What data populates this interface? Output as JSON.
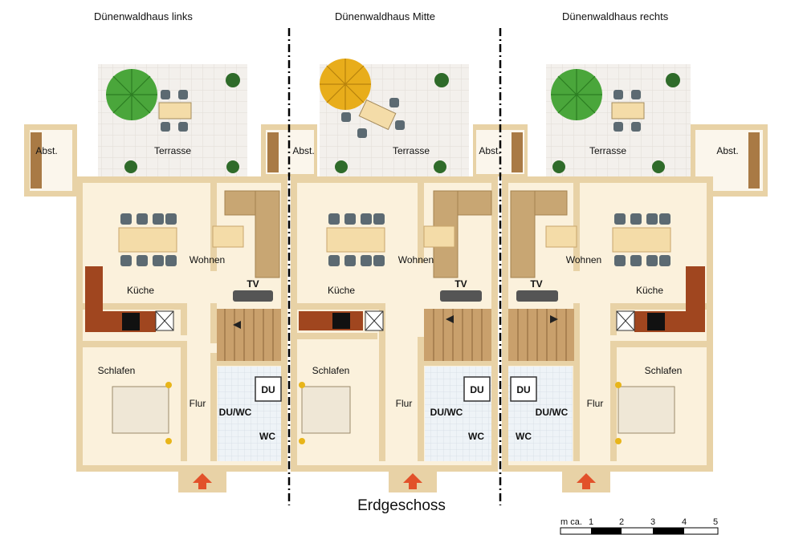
{
  "titles": {
    "left": "Dünenwaldhaus links",
    "middle": "Dünenwaldhaus Mitte",
    "right": "Dünenwaldhaus rechts"
  },
  "floor_title": "Erdgeschoss",
  "rooms": {
    "storage": "Abst.",
    "terrace": "Terrasse",
    "living": "Wohnen",
    "kitchen": "Küche",
    "tv": "TV",
    "bedroom": "Schlafen",
    "hall": "Flur",
    "shower": "DU",
    "shower_wc": "DU/WC",
    "wc": "WC"
  },
  "scale": {
    "prefix": "m ca.",
    "ticks": [
      "1",
      "2",
      "3",
      "4",
      "5"
    ]
  },
  "colors": {
    "wall": "#e8d2a6",
    "floor": "#fbf1dc",
    "terrace": "#f2efe9",
    "sofa": "#c8a673",
    "wood": "#b98a55",
    "kitchen": "#a0461f",
    "umbrella_green": "#4aa63b",
    "umbrella_yellow": "#e8ad1b",
    "entry_arrow": "#e2512a",
    "divider": "#000000"
  }
}
